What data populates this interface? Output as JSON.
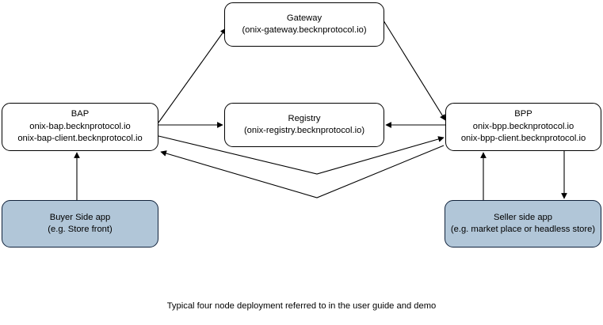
{
  "diagram": {
    "caption": "Typical four node deployment referred to in the user guide and demo",
    "colors": {
      "node_fill_default": "#ffffff",
      "node_fill_app": "#b1c6d8",
      "node_stroke": "#000000",
      "edge_stroke": "#000000",
      "text": "#000000",
      "background": "#ffffff"
    },
    "nodes": {
      "gateway": {
        "title": "Gateway",
        "subtitle": "(onix-gateway.becknprotocol.io)"
      },
      "bap": {
        "title": "BAP",
        "host": "onix-bap.becknprotocol.io",
        "client_host": "onix-bap-client.becknprotocol.io"
      },
      "registry": {
        "title": "Registry",
        "subtitle": "(onix-registry.becknprotocol.io)"
      },
      "bpp": {
        "title": "BPP",
        "host": "onix-bpp.becknprotocol.io",
        "client_host": "onix-bpp-client.becknprotocol.io"
      },
      "buyer_app": {
        "title": "Buyer Side app",
        "subtitle": "(e.g. Store front)"
      },
      "seller_app": {
        "title": "Seller side app",
        "subtitle": "(e.g. market place or headless store)"
      }
    },
    "edges": [
      {
        "id": "bap-to-gateway",
        "from": "bap",
        "to": "gateway",
        "style": "solid",
        "arrow": "end"
      },
      {
        "id": "gateway-to-bpp",
        "from": "gateway",
        "to": "bpp",
        "style": "solid",
        "arrow": "end"
      },
      {
        "id": "bap-to-registry",
        "from": "bap",
        "to": "registry",
        "style": "solid",
        "arrow": "end"
      },
      {
        "id": "bpp-to-registry",
        "from": "bpp",
        "to": "registry",
        "style": "solid",
        "arrow": "end"
      },
      {
        "id": "bap-to-bpp",
        "from": "bap",
        "to": "bpp",
        "style": "solid",
        "arrow": "end"
      },
      {
        "id": "bpp-to-bap",
        "from": "bpp",
        "to": "bap",
        "style": "solid",
        "arrow": "end"
      },
      {
        "id": "buyer-to-bap",
        "from": "buyer_app",
        "to": "bap",
        "style": "solid",
        "arrow": "end"
      },
      {
        "id": "seller-to-bpp",
        "from": "seller_app",
        "to": "bpp",
        "style": "solid",
        "arrow": "end"
      },
      {
        "id": "bpp-to-seller",
        "from": "bpp",
        "to": "seller_app",
        "style": "solid",
        "arrow": "end"
      }
    ]
  }
}
